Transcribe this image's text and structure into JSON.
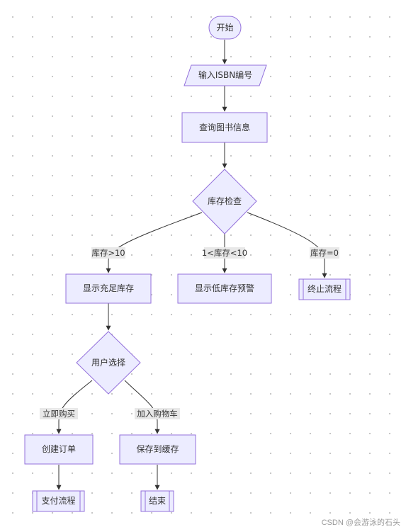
{
  "theme": {
    "node_fill": "#ececff",
    "node_stroke": "#9370db",
    "edge_color": "#333333",
    "label_bg": "#e8e8e8",
    "text_color": "#333333"
  },
  "nodes": {
    "start": "开始",
    "input_isbn": "输入ISBN编号",
    "query_info": "查询图书信息",
    "stock_check": "库存检查",
    "show_sufficient": "显示充足库存",
    "show_low": "显示低库存预警",
    "terminate": "终止流程",
    "user_choice": "用户选择",
    "create_order": "创建订单",
    "save_cache": "保存到缓存",
    "pay_flow": "支付流程",
    "end": "结束"
  },
  "edges": {
    "stock_gt_10": "库存>10",
    "stock_between": "1<库存<10",
    "stock_eq_0": "库存=0",
    "buy_now": "立即购买",
    "add_cart": "加入购物车"
  },
  "watermark": "CSDN @会游泳的石头"
}
